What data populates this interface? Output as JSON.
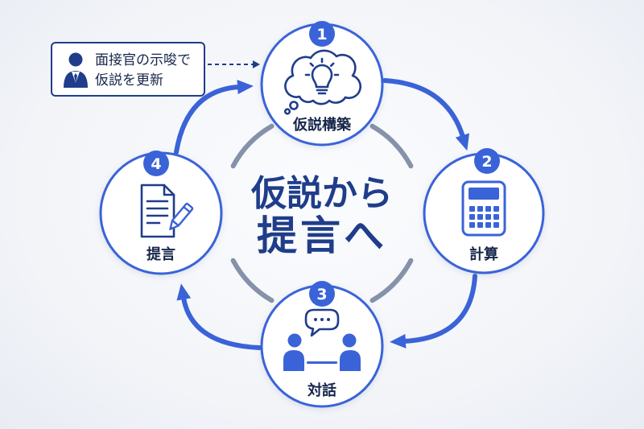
{
  "center_title": {
    "line1": "仮説から",
    "line2": "提言へ"
  },
  "steps": [
    {
      "number": "1",
      "label": "仮説構築",
      "icon": "lightbulb-thought-icon"
    },
    {
      "number": "2",
      "label": "計算",
      "icon": "calculator-icon"
    },
    {
      "number": "3",
      "label": "対話",
      "icon": "conversation-icon"
    },
    {
      "number": "4",
      "label": "提言",
      "icon": "document-pencil-icon"
    }
  ],
  "callout": {
    "line1": "面接官の示唆で",
    "line2": "仮説を更新",
    "icon": "interviewer-icon"
  },
  "colors": {
    "accent": "#3a63d8",
    "navy": "#1f3d8a",
    "ring": "#8592aa",
    "background": "#f2f4f8",
    "ink": "#16264a"
  }
}
